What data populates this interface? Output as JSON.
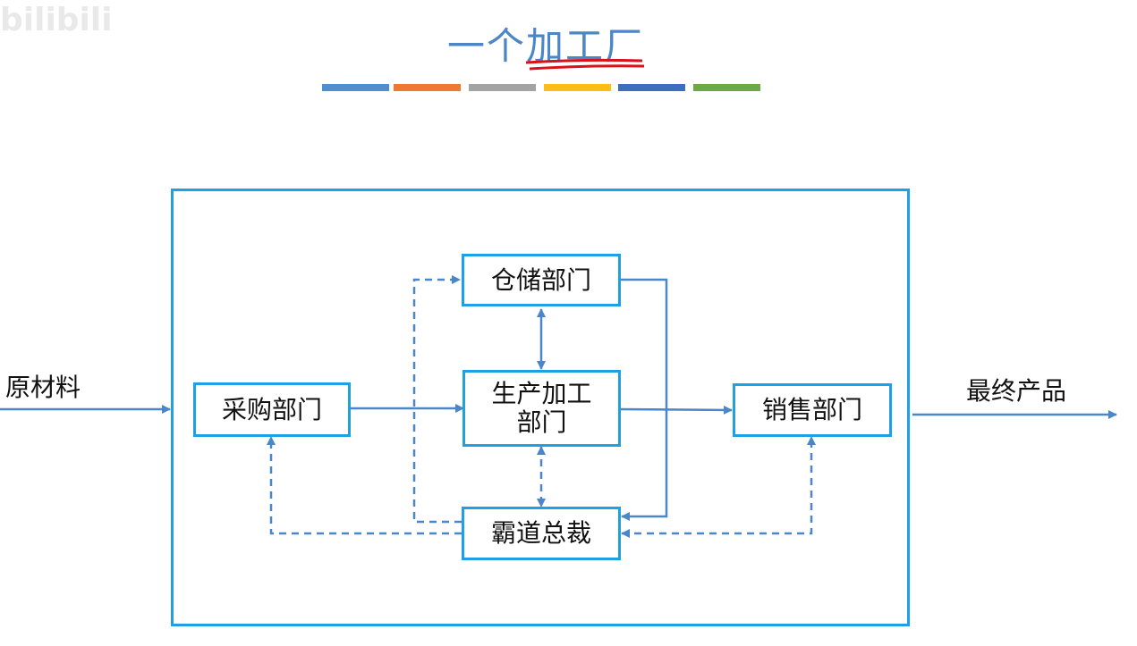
{
  "watermark": "bilibili",
  "title": "一个加工厂",
  "title_underline_color": "#d8111a",
  "color_bar": [
    "#4e8fd0",
    "#ec7a30",
    "#a3a3a3",
    "#fdbd12",
    "#3f6cc0",
    "#6daa45"
  ],
  "diagram": {
    "input_label": "原材料",
    "output_label": "最终产品",
    "departments": {
      "warehouse": "仓储部门",
      "purchasing": "采购部门",
      "production": "生产加工部门",
      "sales": "销售部门",
      "ceo": "霸道总裁"
    },
    "colors": {
      "box_border": "#1ea0e6",
      "arrow": "#4a86c8"
    }
  }
}
